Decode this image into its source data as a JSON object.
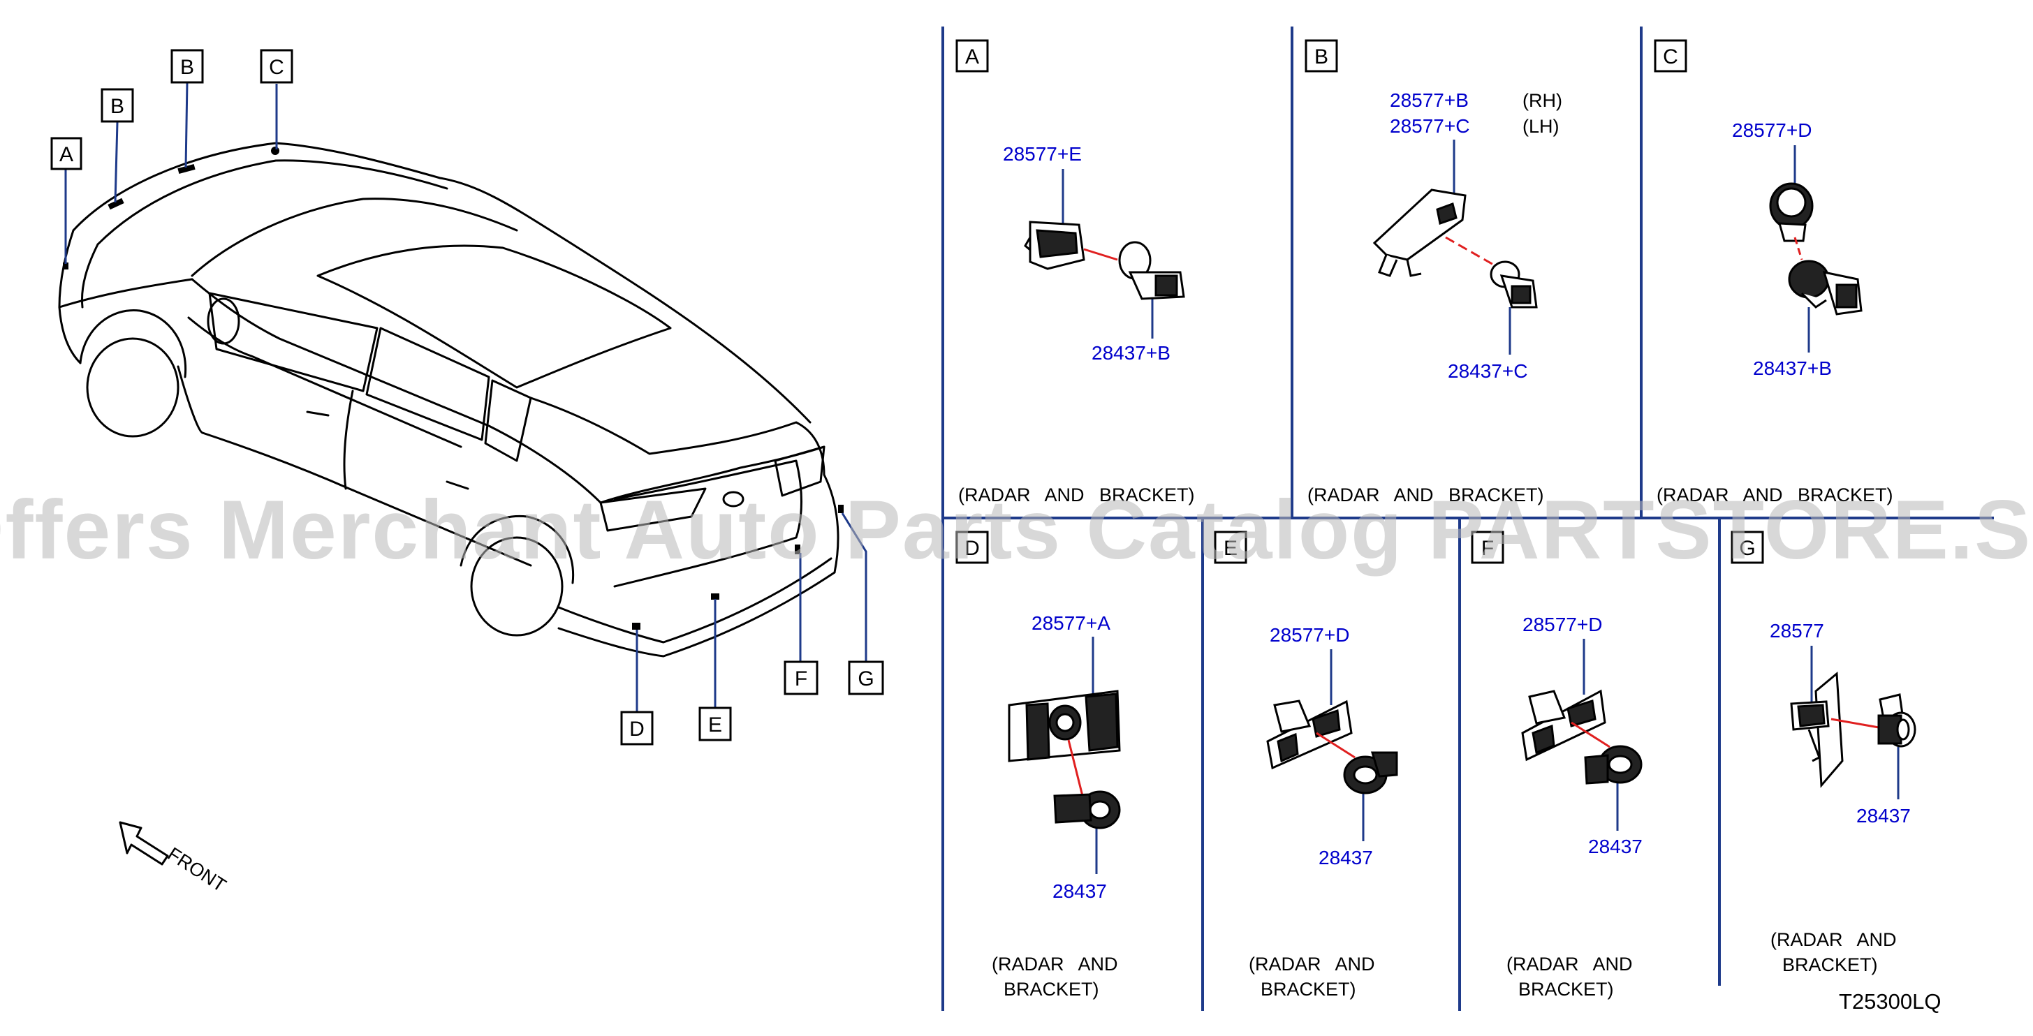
{
  "watermark": "Offers Merchant Auto Parts Catalog PARTSTORE.SA",
  "diagram_code": "T25300LQ",
  "front_label": "FRONT",
  "car_callouts": [
    {
      "letter": "A"
    },
    {
      "letter": "B"
    },
    {
      "letter": "B"
    },
    {
      "letter": "C"
    },
    {
      "letter": "D"
    },
    {
      "letter": "E"
    },
    {
      "letter": "F"
    },
    {
      "letter": "G"
    }
  ],
  "panels": [
    {
      "letter": "A",
      "parts": [
        "28577+E",
        "28437+B"
      ],
      "caption": [
        "(RADAR AND BRACKET)"
      ]
    },
    {
      "letter": "B",
      "parts": [
        "28577+B",
        "28577+C",
        "28437+C"
      ],
      "side_notes": [
        "(RH)",
        "(LH)"
      ],
      "caption": [
        "(RADAR AND BRACKET)"
      ]
    },
    {
      "letter": "C",
      "parts": [
        "28577+D",
        "28437+B"
      ],
      "caption": [
        "(RADAR AND BRACKET)"
      ]
    },
    {
      "letter": "D",
      "parts": [
        "28577+A",
        "28437"
      ],
      "caption": [
        "(RADAR AND",
        "BRACKET)"
      ]
    },
    {
      "letter": "E",
      "parts": [
        "28577+D",
        "28437"
      ],
      "caption": [
        "(RADAR AND",
        "BRACKET)"
      ]
    },
    {
      "letter": "F",
      "parts": [
        "28577+D",
        "28437"
      ],
      "caption": [
        "(RADAR AND",
        "BRACKET)"
      ]
    },
    {
      "letter": "G",
      "parts": [
        "28577",
        "28437"
      ],
      "caption": [
        "(RADAR AND",
        "BRACKET)"
      ]
    }
  ]
}
